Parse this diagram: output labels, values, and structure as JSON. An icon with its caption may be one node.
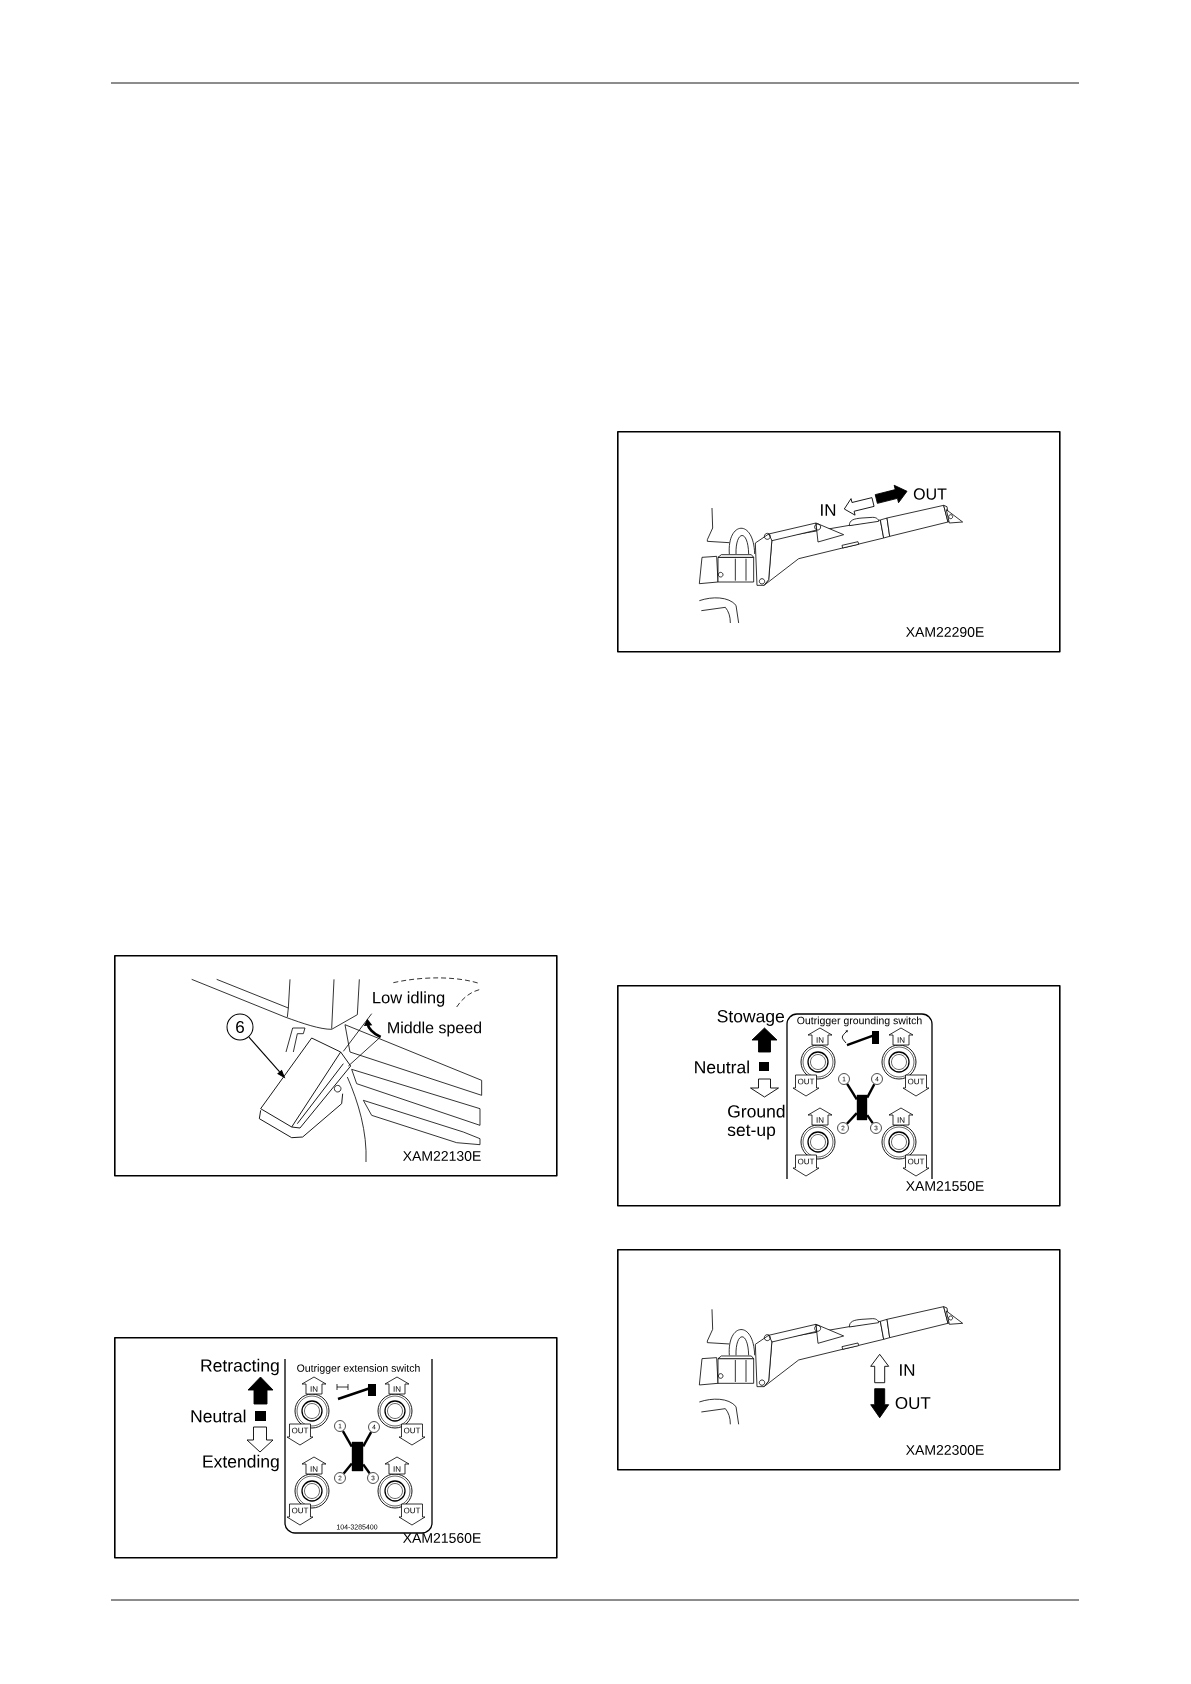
{
  "diagram": {
    "nodes": [
      {
        "text": [
          "XAM22130E"
        ]
      },
      {
        "text": [
          "6"
        ],
        "in": 0
      },
      {
        "text": [],
        "shape": "picture",
        "in": 0
      },
      {
        "text": [
          "XAM21560E"
        ]
      },
      {
        "text": [
          "Outrigger extension switch"
        ],
        "in": 3
      },
      {
        "text": [
          "IN",
          "OUT"
        ],
        "in": 4
      },
      {
        "text": [
          "IN",
          "OUT"
        ],
        "in": 4
      },
      {
        "text": [
          "1"
        ],
        "in": 4
      },
      {
        "text": [
          "4"
        ],
        "in": 4
      },
      {
        "text": [],
        "shape": "bar",
        "in": 4
      },
      {
        "text": [
          "2"
        ],
        "in": 4
      },
      {
        "text": [
          "3"
        ],
        "in": 4
      },
      {
        "text": [
          "IN",
          "OUT"
        ],
        "in": 4
      },
      {
        "text": [
          "IN",
          "OUT"
        ],
        "in": 4
      },
      {
        "text": [
          "XAM22290E"
        ]
      },
      {
        "text": [
          "XAM21550E"
        ]
      },
      {
        "text": [
          "Outrigger grounding switch"
        ],
        "in": 15
      },
      {
        "text": [
          "IN",
          "OUT"
        ],
        "in": 16
      },
      {
        "text": [
          "IN",
          "OUT"
        ],
        "in": 16
      },
      {
        "text": [
          "1"
        ],
        "in": 16
      },
      {
        "text": [
          "4"
        ],
        "in": 16
      },
      {
        "text": [],
        "shape": "bar",
        "in": 16
      },
      {
        "text": [
          "2"
        ],
        "in": 16
      },
      {
        "text": [
          "3"
        ],
        "in": 16
      },
      {
        "text": [
          "IN",
          "OUT"
        ],
        "in": 16
      },
      {
        "text": [
          "IN",
          "OUT"
        ],
        "in": 16
      },
      {
        "text": [
          "XAM22300E"
        ]
      }
    ],
    "edges": [
      {
        "from": 1,
        "to": 2,
        "arrow": "to"
      },
      {
        "from": 9,
        "to": 7,
        "arrow": "none"
      },
      {
        "from": 9,
        "to": 8,
        "arrow": "none"
      },
      {
        "from": 9,
        "to": 10,
        "arrow": "none"
      },
      {
        "from": 9,
        "to": 11,
        "arrow": "none"
      },
      {
        "from": 21,
        "to": 19,
        "arrow": "none"
      },
      {
        "from": 21,
        "to": 20,
        "arrow": "none"
      },
      {
        "from": 21,
        "to": 22,
        "arrow": "none"
      },
      {
        "from": 21,
        "to": 23,
        "arrow": "none"
      }
    ],
    "labels": [
      "Low idling",
      "Middle speed",
      "104-3285400",
      "IN",
      "OUT",
      "IN",
      "OUT"
    ],
    "legend": [
      {
        "text": "Retracting"
      },
      {
        "text": "Neutral"
      },
      {
        "text": "Extending"
      },
      {
        "text": "Stowage"
      },
      {
        "text": "Neutral"
      },
      {
        "text": "Ground set-up"
      }
    ]
  }
}
